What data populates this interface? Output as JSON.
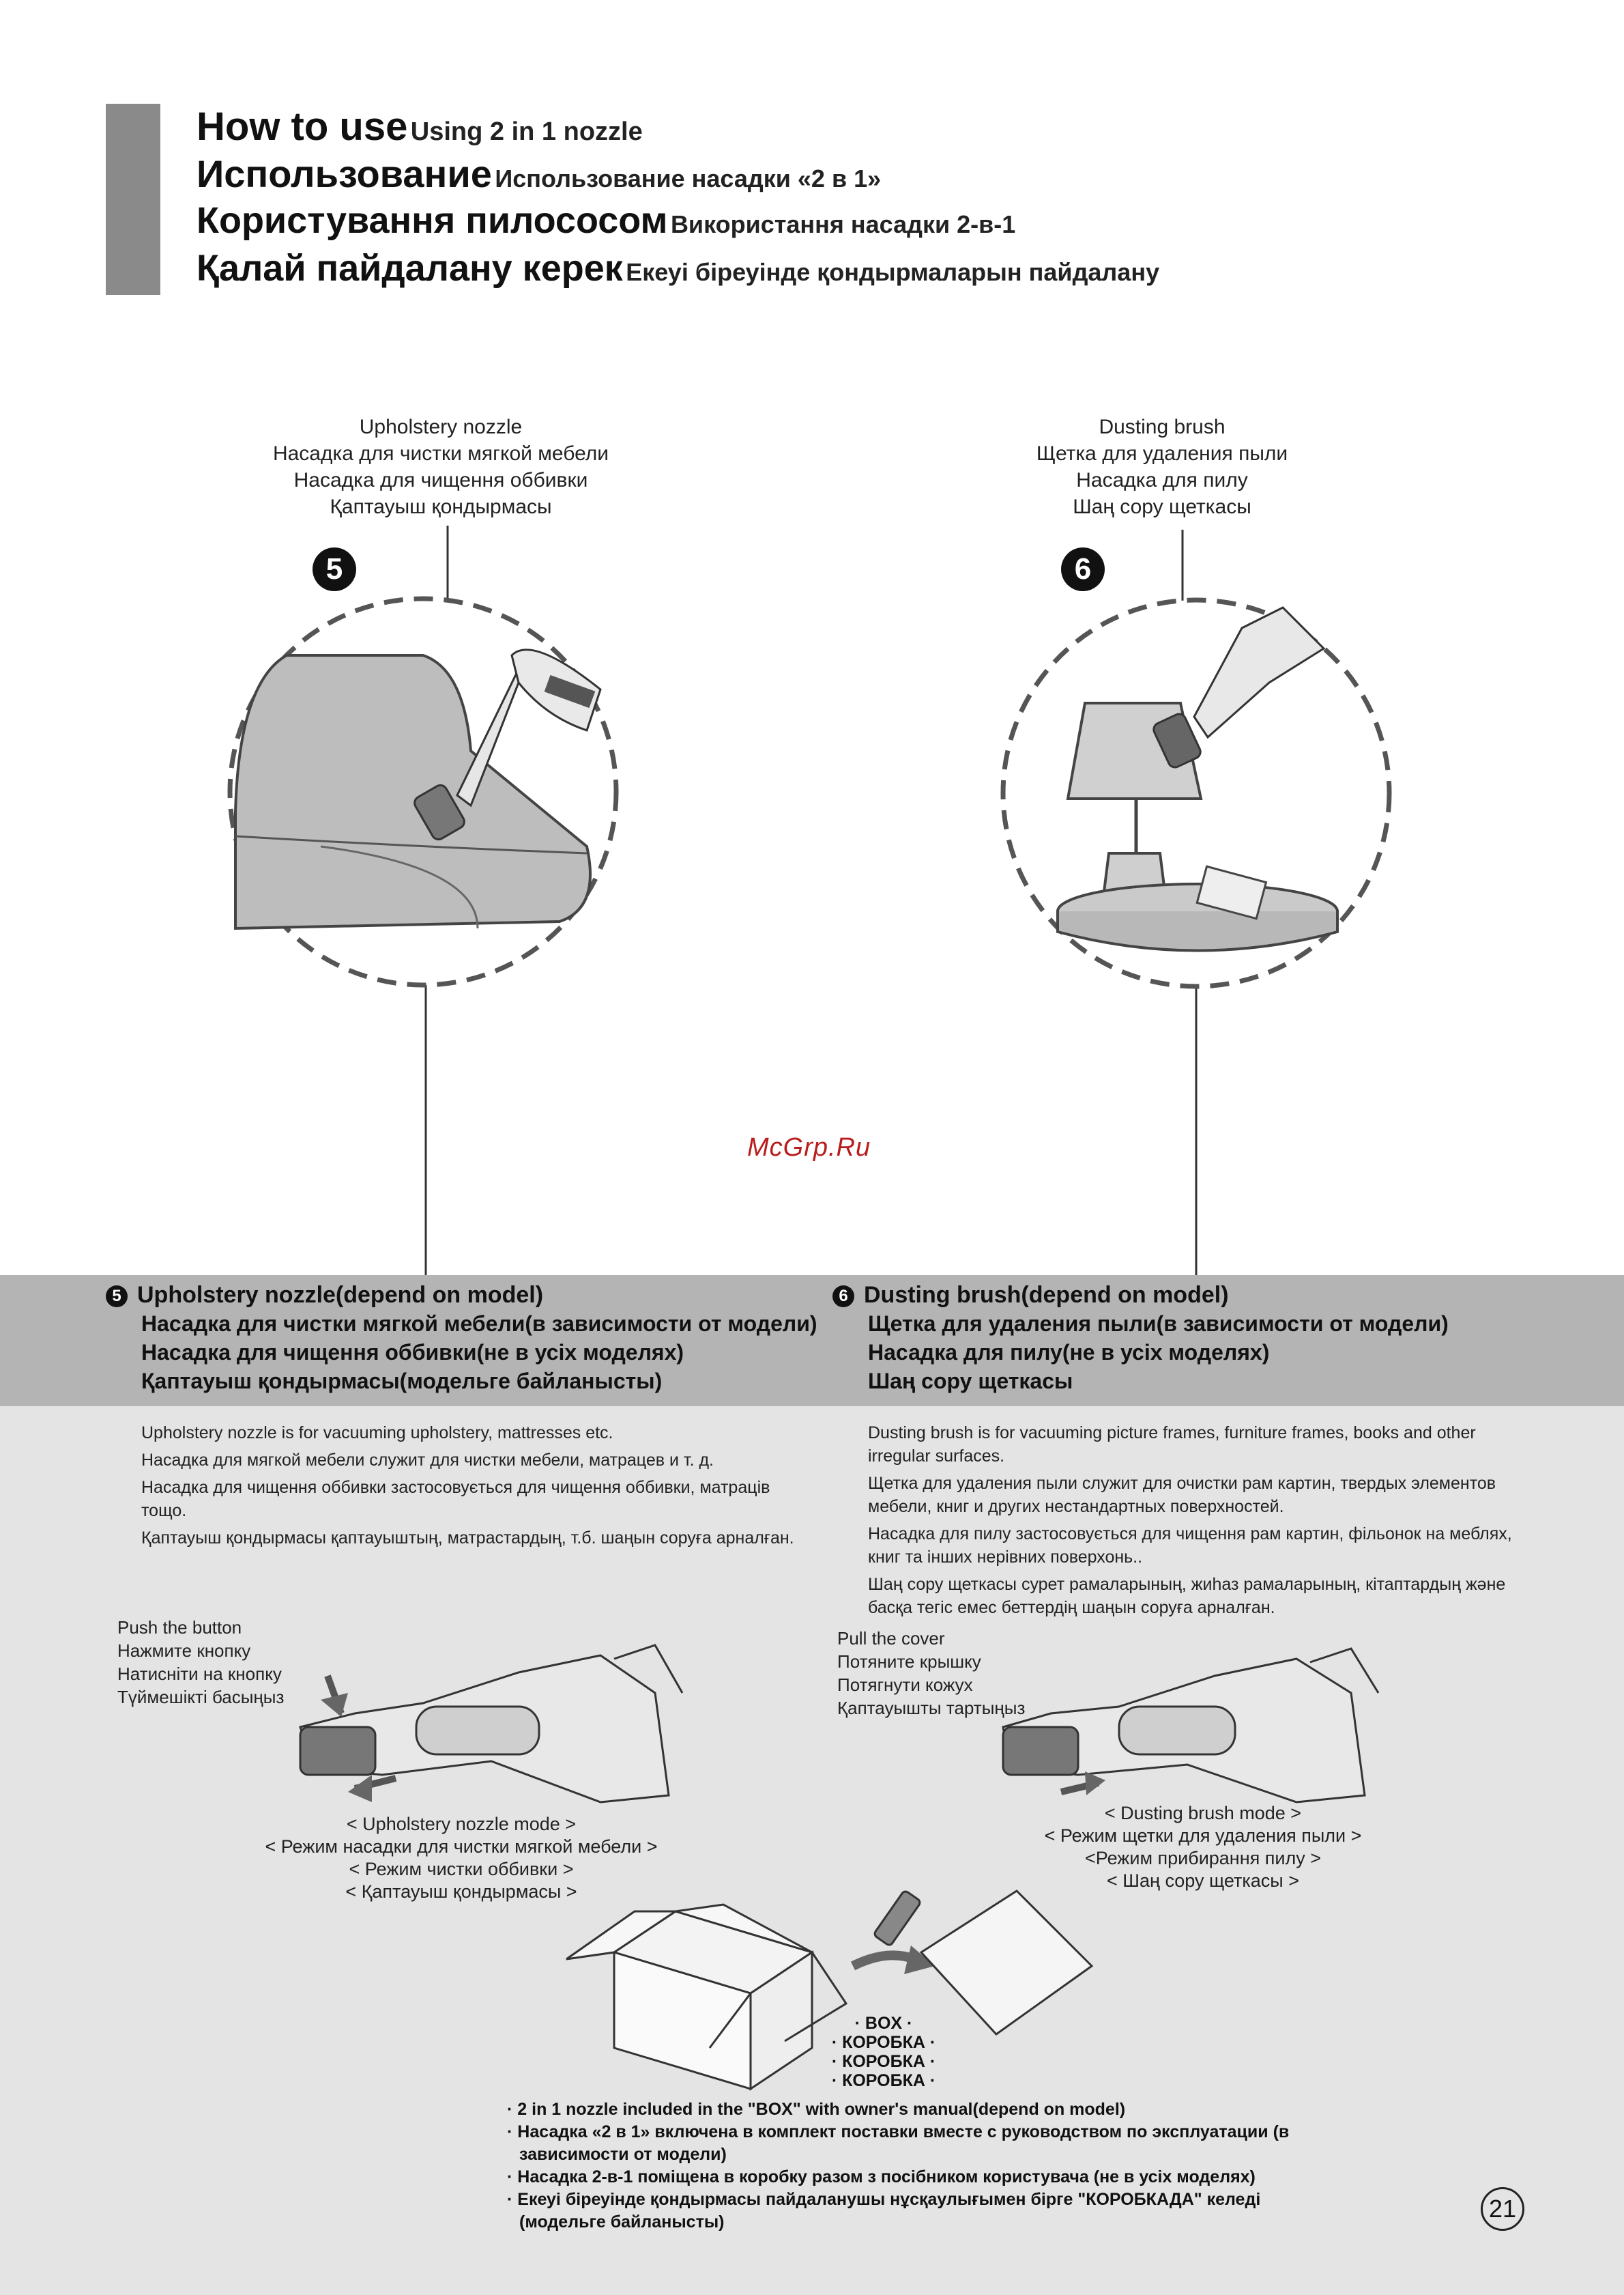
{
  "header": {
    "lines": [
      {
        "big": "How to use",
        "small": "Using 2 in 1 nozzle"
      },
      {
        "big": "Использование",
        "small": "Использование насадки «2 в 1»"
      },
      {
        "big": "Користування пилососом",
        "small": "Використання насадки 2-в-1"
      },
      {
        "big": "Қалай пайдалану керек",
        "small": "Екеуі біреуінде қондырмаларын пайдалану"
      }
    ]
  },
  "top_labels": {
    "upholstery": [
      "Upholstery nozzle",
      "Насадка для чистки мягкой мебели",
      "Насадка для чищення оббивки",
      "Қаптауыш қондырмасы"
    ],
    "dusting": [
      "Dusting brush",
      "Щетка для удаления пыли",
      "Насадка для пилу",
      "Шаң сору щеткасы"
    ]
  },
  "steps": {
    "five": "5",
    "six": "6"
  },
  "icons": {
    "step_five": "circled-number-5-icon",
    "step_six": "circled-number-6-icon",
    "page_number": "circled-number-icon"
  },
  "watermark": "McGrp.Ru",
  "sections": {
    "left": {
      "titles": [
        "Upholstery nozzle(depend on model)",
        "Насадка для чистки мягкой мебели(в зависимости от модели)",
        "Насадка для чищення оббивки(не в усіх моделях)",
        "Қаптауыш қондырмасы(модельге байланысты)"
      ],
      "body": [
        "Upholstery nozzle is for vacuuming upholstery, mattresses etc.",
        "Насадка для мягкой мебели служит для чистки мебели, матрацев и т. д.",
        "Насадка для чищення оббивки застосовується для чищення оббивки, матраців тощо.",
        "Қаптауыш қондырмасы қаптауыштың, матрастардың, т.б. шаңын соруға арналған."
      ],
      "action": [
        "Push the button",
        "Нажмите кнопку",
        "Натисніти на кнопку",
        "Түймешікті басыңыз"
      ],
      "mode": [
        "< Upholstery nozzle mode >",
        "< Режим насадки для чистки мягкой мебели >",
        "< Режим чистки оббивки >",
        "< Қаптауыш қондырмасы >"
      ]
    },
    "right": {
      "titles": [
        "Dusting brush(depend on model)",
        "Щетка для удаления пыли(в зависимости от модели)",
        "Насадка для пилу(не в усіх моделях)",
        "Шаң сору щеткасы"
      ],
      "body": [
        "Dusting brush is for vacuuming picture frames, furniture frames, books and other irregular surfaces.",
        "Щетка для удаления пыли служит для очистки рам картин, твердых элементов мебели, книг и других нестандартных поверхностей.",
        "Насадка для пилу застосовується для чищення рам картин, фільонок на меблях, книг та інших нерівних поверхонь..",
        "Шаң сору щеткасы сурет рамаларының, жиһаз рамаларының, кітаптардың және басқа тегіс емес беттердің шаңын соруға арналған."
      ],
      "action": [
        "Pull the cover",
        "Потяните крышку",
        "Потягнути кожух",
        "Қаптауышты тартыңыз"
      ],
      "mode": [
        "< Dusting brush mode >",
        "< Режим щетки для удаления пыли >",
        "<Режим прибирання пилу >",
        "< Шаң сору щеткасы >"
      ]
    }
  },
  "box_labels": [
    "· BOX ·",
    "· КОРОБКА ·",
    "· КОРОБКА ·",
    "· КОРОБКА ·"
  ],
  "notes": [
    "· 2 in 1 nozzle included in the \"BOX\" with owner's manual(depend on model)",
    "· Насадка «2 в 1» включена в  комплект поставки вместе с руководством по эксплуатации (в",
    "зависимости от модели)",
    "· Насадка 2-в-1 поміщена в коробку разом з посібником користувача (не в усіх моделях)",
    "· Екеуі біреуінде қондырмасы пайдаланушы нұсқаулығымен бірге \"КОРОБКАДА\" келеді",
    "(модельге байланысты)"
  ],
  "page_number": "21"
}
